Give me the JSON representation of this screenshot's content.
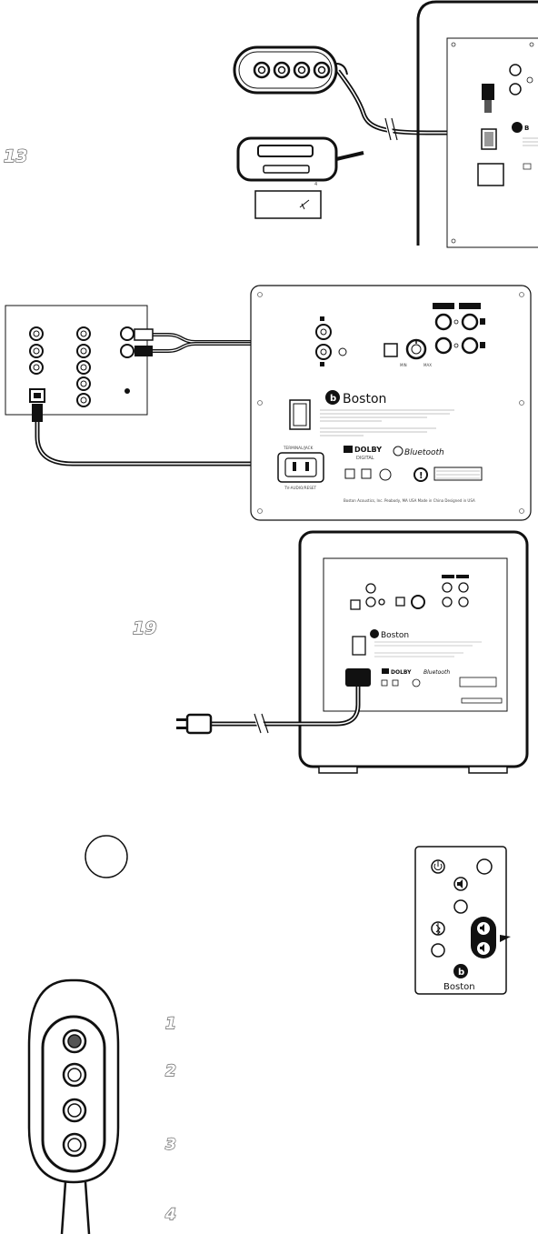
{
  "steps": {
    "s13": "13",
    "s19": "19"
  },
  "panel": {
    "brand": "Boston",
    "terminal_label": "TERMINAL/JACK",
    "voltage_label": "TV-AUDIO/RESET",
    "dolby_label": "DOLBY",
    "dolby_sub": "DIGITAL",
    "bluetooth_label": "Bluetooth",
    "min_label": "MIN",
    "max_label": "MAX",
    "footer": "Boston Acoustics, Inc. Peabody, MA USA   Made in China   Designed in USA"
  },
  "remote": {
    "brand": "Boston"
  },
  "callouts": [
    "1",
    "2",
    "3",
    "4"
  ],
  "icons": {
    "power": "power-icon",
    "mute": "mute-icon",
    "bluetooth": "bluetooth-icon",
    "volume_up": "volume-up-icon",
    "volume_down": "volume-down-icon"
  }
}
